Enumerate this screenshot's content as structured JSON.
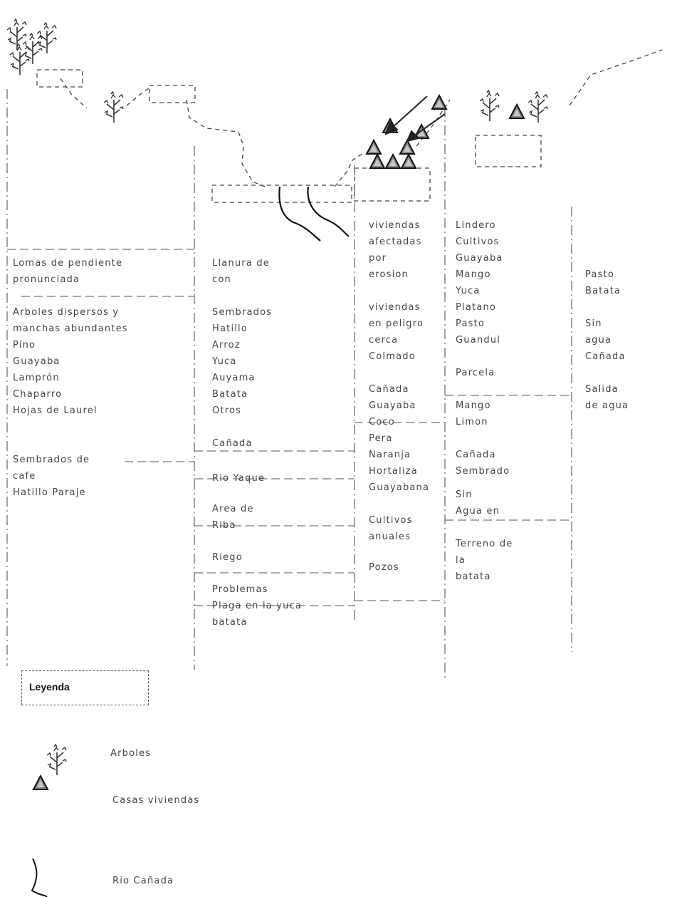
{
  "colors": {
    "line": "#555555",
    "house_fill": "#8a8a8a",
    "house_stroke": "#111111",
    "tree": "#333333",
    "river": "#111111"
  },
  "zones": [
    {
      "name": "zona-1",
      "sections": [
        [
          "Lomas de pendiente",
          "pronunciada"
        ],
        [
          "Arboles dispersos y",
          "manchas abundantes",
          "Pino",
          "Guayaba",
          "Lamprón",
          "Chaparro",
          "Hojas de Laurel"
        ],
        [
          "Sembrados de",
          "cafe",
          "Hatillo Paraje"
        ]
      ]
    },
    {
      "name": "zona-2",
      "sections": [
        [
          "Llanura de",
          "con"
        ],
        [
          "Sembrados",
          "Hatillo",
          "Arroz",
          "Yuca",
          "Auyama",
          "Batata",
          "Otros"
        ],
        [
          "Cañada"
        ],
        [
          "Rio Yaque"
        ],
        [
          "Area de",
          "Riba"
        ],
        [
          "Riego"
        ],
        [
          "Problemas",
          "Plaga en la yuca",
          "batata"
        ]
      ]
    },
    {
      "name": "zona-3",
      "sections": [
        [
          "viviendas",
          "afectadas",
          "por",
          "erosion"
        ],
        [
          "viviendas",
          "en peligro",
          "cerca",
          "Colmado"
        ],
        [
          "",
          "Cañada",
          "Guayaba",
          "Coco",
          "Pera",
          "Naranja",
          "Hortaliza",
          "Guayabana"
        ],
        [
          "Cultivos",
          "anuales"
        ],
        [
          "Pozos"
        ]
      ]
    },
    {
      "name": "zona-4",
      "sections": [
        [
          "Lindero",
          "Cultivos",
          "Guayaba",
          "Mango",
          "Yuca",
          "Platano",
          "Pasto",
          "Guandul"
        ],
        [
          "Parcela",
          ""
        ],
        [
          "Mango",
          "Limon"
        ],
        [
          "Cañada",
          "Sembrado"
        ],
        [
          "Sin",
          "Agua en"
        ],
        [
          "Terreno de",
          "la",
          "batata"
        ]
      ]
    },
    {
      "name": "zona-5",
      "sections": [
        [
          "",
          "",
          "",
          "Pasto",
          "Batata"
        ],
        [
          "Sin",
          "agua",
          "Cañada"
        ],
        [
          "Salida",
          "de agua"
        ]
      ]
    }
  ],
  "legend": {
    "title": "Leyenda",
    "items": [
      {
        "icon": "tree-icon",
        "label": "Arboles"
      },
      {
        "icon": "house-icon",
        "label": "Casas viviendas"
      },
      {
        "icon": "river-icon",
        "label": "Rio Cañada"
      }
    ]
  }
}
